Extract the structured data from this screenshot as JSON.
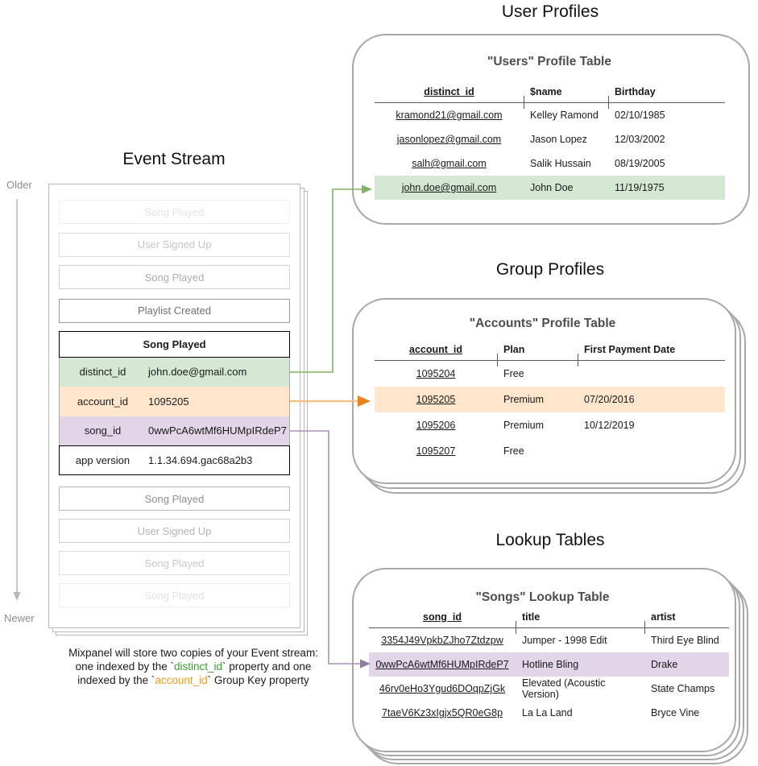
{
  "colors": {
    "green_fill": "#d5e8d4",
    "green_stroke": "#82b366",
    "green_text": "#3da035",
    "orange_fill": "#ffe6cc",
    "orange_line": "#f0c38a",
    "orange_arrow": "#e8821e",
    "orange_text": "#f59b23",
    "purple_fill": "#e1d5e7",
    "purple_line": "#a893b8",
    "purple_arrow": "#8f7aa0",
    "timeline_gray": "#b8b8b8"
  },
  "event_stream": {
    "title": "Event Stream",
    "older_label": "Older",
    "newer_label": "Newer",
    "events_before": [
      "Song Played",
      "User Signed Up",
      "Song Played",
      "Playlist Created"
    ],
    "focused_event": {
      "title": "Song Played",
      "properties": [
        {
          "key": "distinct_id",
          "value": "john.doe@gmail.com"
        },
        {
          "key": "account_id",
          "value": "1095205"
        },
        {
          "key": "song_id",
          "value": "0wwPcA6wtMf6HUMpIRdeP7"
        },
        {
          "key": "app version",
          "value": "1.1.34.694.gac68a2b3"
        }
      ]
    },
    "events_after": [
      "Song Played",
      "User Signed Up",
      "Song Played",
      "Song Played"
    ],
    "caption": {
      "l1": "Mixpanel will store two copies of your Event stream:",
      "l2a": "one indexed by the `",
      "l2b": "distinct_id",
      "l2c": "` property and one",
      "l3a": "indexed by the `",
      "l3b": "account_id",
      "l3c": "` Group Key property"
    }
  },
  "user_profiles": {
    "section_title": "User Profiles",
    "card_title": "\"Users\" Profile Table",
    "columns": [
      "distinct_id",
      "$name",
      "Birthday"
    ],
    "rows": [
      [
        "kramond21@gmail.com",
        "Kelley Ramond",
        "02/10/1985"
      ],
      [
        "jasonlopez@gmail.com",
        "Jason Lopez",
        "12/03/2002"
      ],
      [
        "salh@gmail.com",
        "Salik Hussain",
        "08/19/2005"
      ],
      [
        "john.doe@gmail.com",
        "John Doe",
        "11/19/1975"
      ]
    ]
  },
  "group_profiles": {
    "section_title": "Group Profiles",
    "card_title": "\"Accounts\" Profile Table",
    "columns": [
      "account_id",
      "Plan",
      "First Payment Date"
    ],
    "rows": [
      [
        "1095204",
        "Free",
        ""
      ],
      [
        "1095205",
        "Premium",
        "07/20/2016"
      ],
      [
        "1095206",
        "Premium",
        "10/12/2019"
      ],
      [
        "1095207",
        "Free",
        ""
      ]
    ]
  },
  "lookup_tables": {
    "section_title": "Lookup Tables",
    "card_title": "\"Songs\" Lookup Table",
    "columns": [
      "song_id",
      "title",
      "artist"
    ],
    "rows": [
      [
        "3354J49VpkbZJho7Ztdzpw",
        "Jumper - 1998 Edit",
        "Third Eye Blind"
      ],
      [
        "0wwPcA6wtMf6HUMpIRdeP7",
        "Hotline Bling",
        "Drake"
      ],
      [
        "46rv0eHo3Ygud6DOqpZjGk",
        "Elevated (Acoustic Version)",
        "State Champs"
      ],
      [
        "7taeV6Kz3xIgjx5QR0eG8p",
        "La La Land",
        "Bryce Vine"
      ]
    ]
  }
}
